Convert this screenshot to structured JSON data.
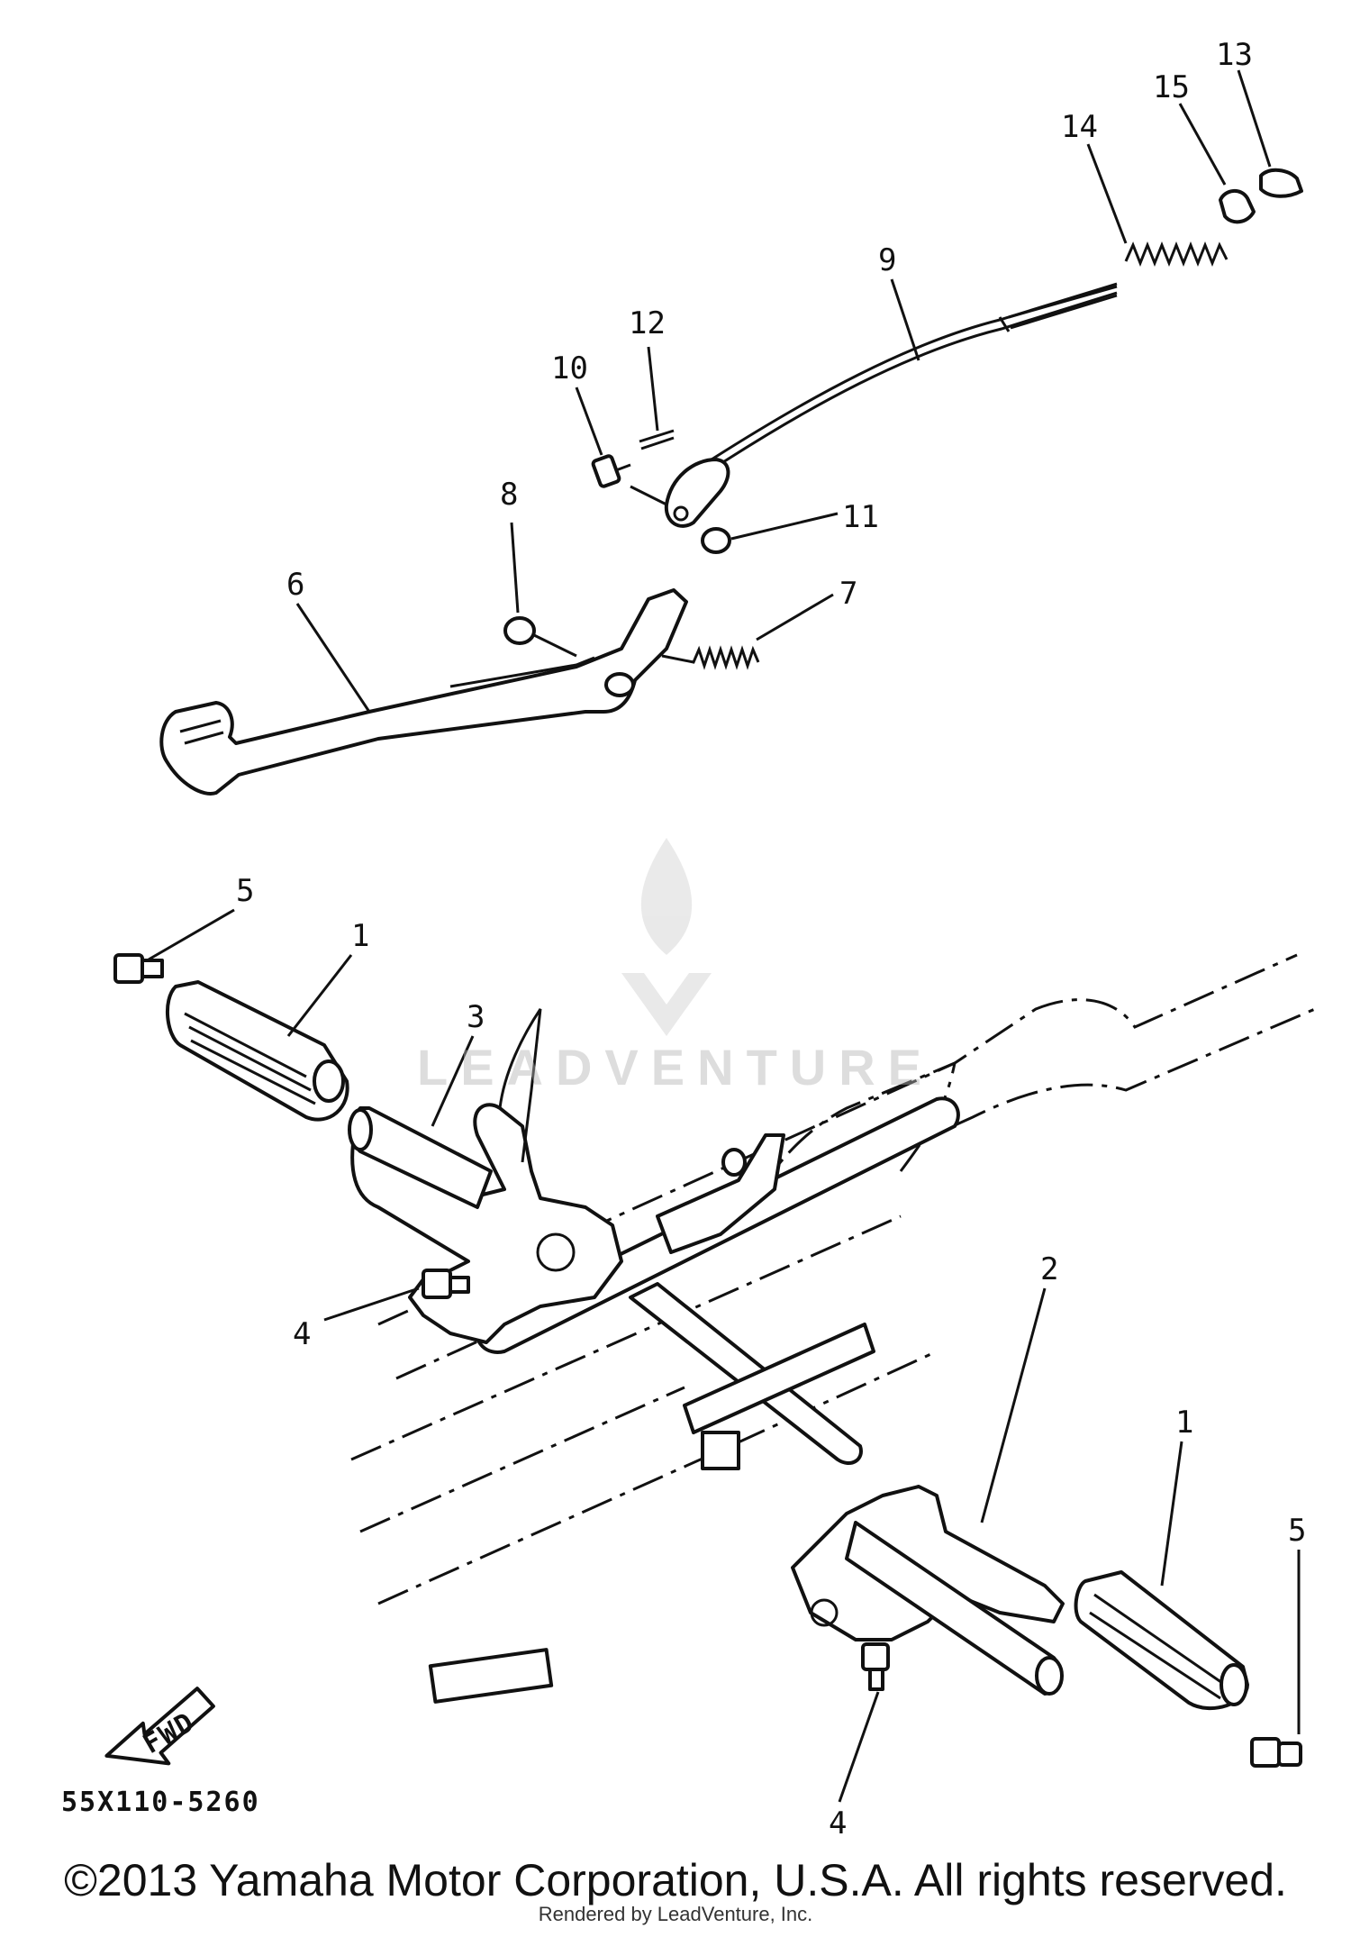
{
  "drawing_code": "55X110-5260",
  "fwd_label": "FWD",
  "watermark": "LEADVENTURE",
  "copyright": "©2013 Yamaha Motor Corporation, U.S.A. All rights reserved.",
  "rendered_by": "Rendered by LeadVenture, Inc.",
  "callouts": [
    {
      "id": "c13",
      "label": "13"
    },
    {
      "id": "c15",
      "label": "15"
    },
    {
      "id": "c14",
      "label": "14"
    },
    {
      "id": "c9",
      "label": "9"
    },
    {
      "id": "c12",
      "label": "12"
    },
    {
      "id": "c10",
      "label": "10"
    },
    {
      "id": "c11",
      "label": "11"
    },
    {
      "id": "c8",
      "label": "8"
    },
    {
      "id": "c6",
      "label": "6"
    },
    {
      "id": "c7",
      "label": "7"
    },
    {
      "id": "c5a",
      "label": "5"
    },
    {
      "id": "c1a",
      "label": "1"
    },
    {
      "id": "c3",
      "label": "3"
    },
    {
      "id": "c4a",
      "label": "4"
    },
    {
      "id": "c2",
      "label": "2"
    },
    {
      "id": "c1b",
      "label": "1"
    },
    {
      "id": "c5b",
      "label": "5"
    },
    {
      "id": "c4b",
      "label": "4"
    }
  ]
}
